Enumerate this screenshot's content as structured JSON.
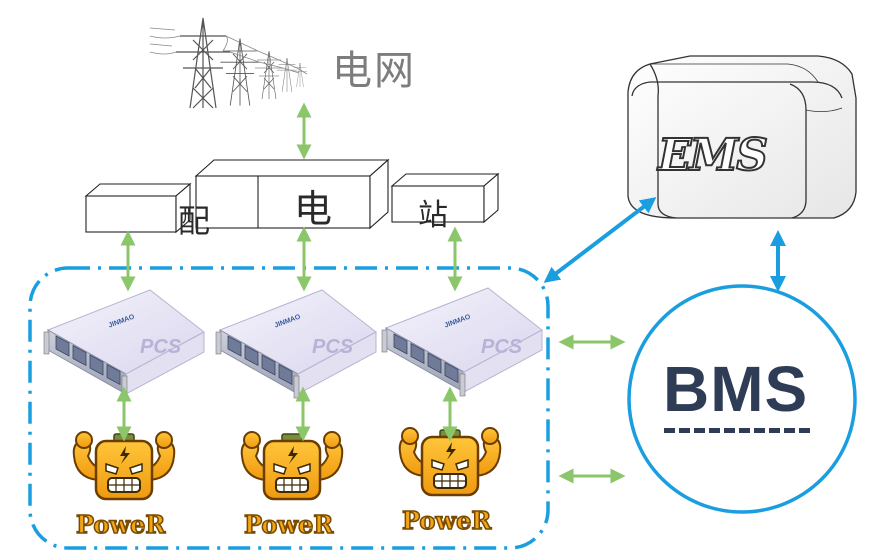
{
  "grid": {
    "label": "电网",
    "icon": "power-tower-icon"
  },
  "substation": {
    "chars": [
      "配",
      "电",
      "站"
    ]
  },
  "ems": {
    "label": "EMS",
    "icon": "ems-box-icon"
  },
  "bms": {
    "label": "BMS"
  },
  "pcs_units": [
    {
      "label": "PCS",
      "brand": "JINMAO"
    },
    {
      "label": "PCS",
      "brand": "JINMAO"
    },
    {
      "label": "PCS",
      "brand": "JINMAO"
    }
  ],
  "power_units": [
    {
      "label": "PoweR",
      "icon": "battery-mascot-icon"
    },
    {
      "label": "PoweR",
      "icon": "battery-mascot-icon"
    },
    {
      "label": "PoweR",
      "icon": "battery-mascot-icon"
    }
  ],
  "colors": {
    "connector_green": "#8cc66a",
    "link_blue": "#1a9ee0",
    "bms_outline": "#1a9ee0",
    "battery_orange": "#f2a516",
    "battery_outline": "#6b3e00"
  }
}
